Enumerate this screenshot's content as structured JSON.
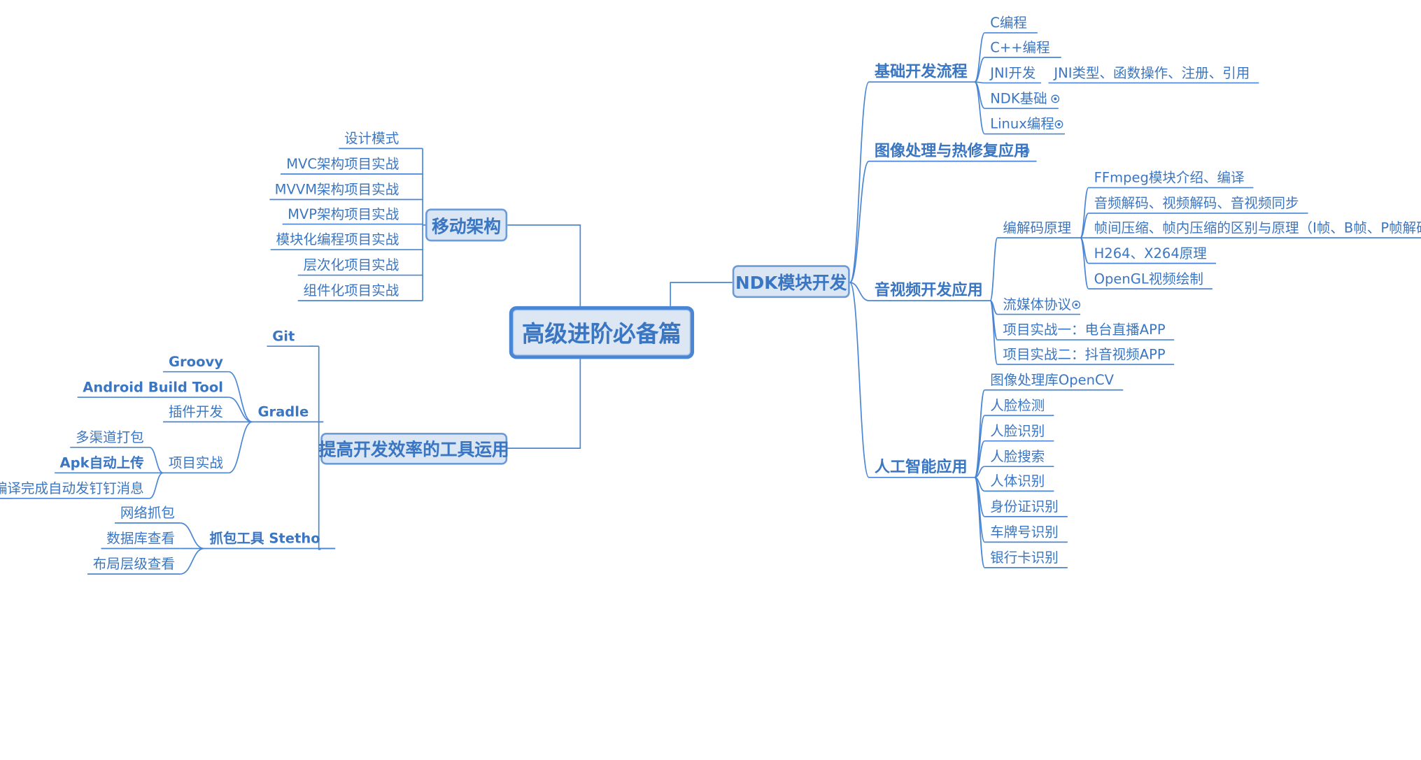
{
  "center": "高级进阶必备篇",
  "branches": {
    "mobile_arch": {
      "label": "移动架构",
      "items": [
        "设计模式",
        "MVC架构项目实战",
        "MVVM架构项目实战",
        "MVP架构项目实战",
        "模块化编程项目实战",
        "层次化项目实战",
        "组件化项目实战"
      ]
    },
    "tools": {
      "label": "提高开发效率的工具运用",
      "git": "Git",
      "gradle": {
        "label": "Gradle",
        "groovy": "Groovy",
        "abt": "Android Build Tool",
        "plugin": "插件开发",
        "project": {
          "label": "项目实战",
          "items": [
            "多渠道打包",
            "Apk自动上传",
            "编译完成自动发钉钉消息"
          ]
        }
      },
      "stetho": {
        "label": "抓包工具 Stetho",
        "items": [
          "网络抓包",
          "数据库查看",
          "布局层级查看"
        ]
      }
    },
    "ndk": {
      "label": "NDK模块开发",
      "basic": {
        "label": "基础开发流程",
        "items": [
          "C编程",
          "C++编程",
          "JNI开发",
          "NDK基础",
          "Linux编程"
        ],
        "jni_detail": "JNI类型、函数操作、注册、引用"
      },
      "image": "图像处理与热修复应用",
      "av": {
        "label": "音视频开发应用",
        "codec": {
          "label": "编解码原理",
          "items": [
            "FFmpeg模块介绍、编译",
            "音频解码、视频解码、音视频同步",
            "帧间压缩、帧内压缩的区别与原理（I帧、B帧、P帧解码原理）",
            "H264、X264原理",
            "OpenGL视频绘制"
          ]
        },
        "streaming": "流媒体协议",
        "proj1": "项目实战一：电台直播APP",
        "proj2": "项目实战二：抖音视频APP"
      },
      "ai": {
        "label": "人工智能应用",
        "items": [
          "图像处理库OpenCV",
          "人脸检测",
          "人脸识别",
          "人脸搜索",
          "人体识别",
          "身份证识别",
          "车牌号识别",
          "银行卡识别"
        ]
      }
    }
  },
  "colors": {
    "line": "#4a86d4",
    "text": "#3a76c2",
    "box_fill": "#dbe6f5"
  }
}
